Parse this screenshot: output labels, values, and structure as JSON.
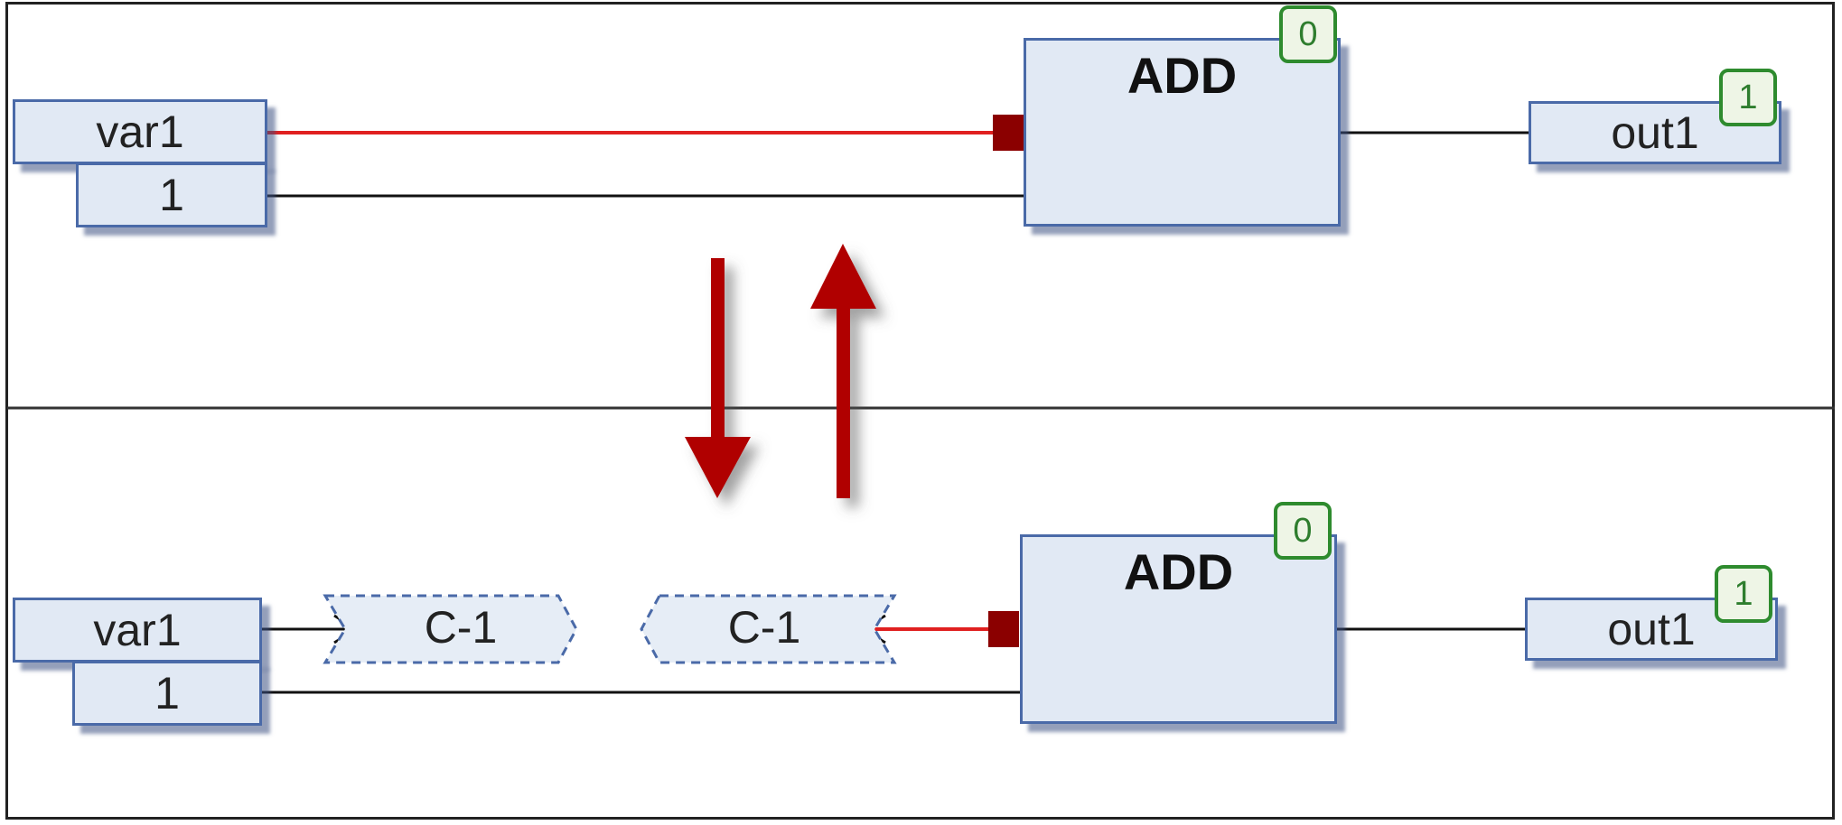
{
  "top": {
    "input_var": "var1",
    "input_const": "1",
    "block": "ADD",
    "block_order": "0",
    "output_var": "out1",
    "output_order": "1"
  },
  "bottom": {
    "input_var": "var1",
    "input_const": "1",
    "connector_out": "C-1",
    "connector_in": "C-1",
    "block": "ADD",
    "block_order": "0",
    "output_var": "out1",
    "output_order": "1"
  },
  "colors": {
    "accent_red": "#e02020",
    "arrow_red": "#b00000",
    "box_fill": "#e1e9f4",
    "box_border": "#4a6aa8",
    "badge_green": "#2e8b2e"
  }
}
